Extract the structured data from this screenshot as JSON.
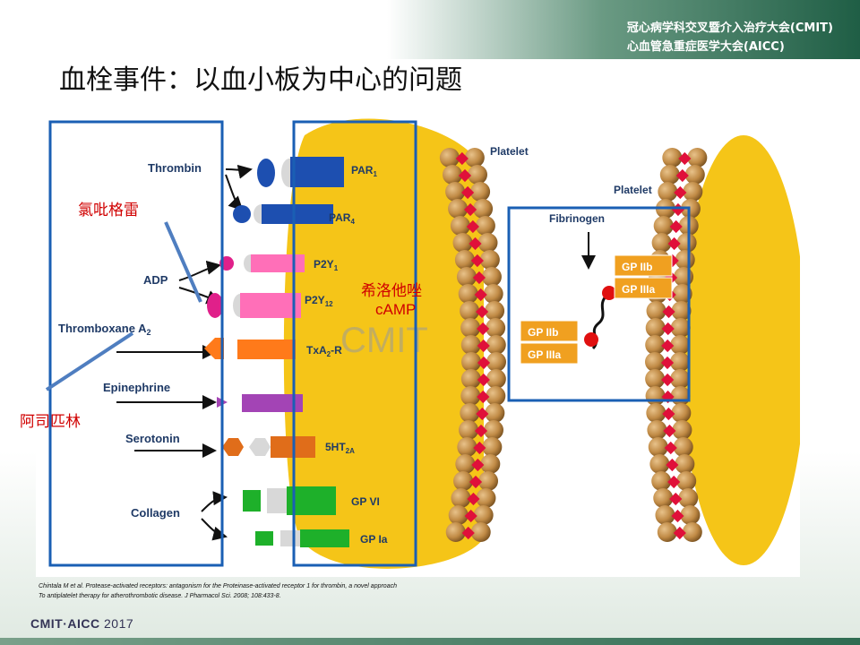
{
  "header": {
    "line1": "冠心病学科交叉暨介入治疗大会(CMIT)",
    "line2": "心血管急重症医学大会(AICC)"
  },
  "title": "血栓事件：以血小板为中心的问题",
  "figure": {
    "agonists": [
      "Thrombin",
      "ADP",
      "Thromboxane A",
      "Epinephrine",
      "Serotonin",
      "Collagen"
    ],
    "thromboxane_sub": "2",
    "receptors": {
      "par1": "PAR",
      "par1_sub": "1",
      "par4": "PAR",
      "par4_sub": "4",
      "p2y1": "P2Y",
      "p2y1_sub": "1",
      "p2y12": "P2Y",
      "p2y12_sub": "12",
      "txa2": "TxA",
      "txa2_sub": "2",
      "txa2_tail": "-R",
      "ht2a": "5HT",
      "ht2a_sub": "2A",
      "gpvi": "GP VI",
      "gpia": "GP Ia"
    },
    "platelet_left": "Platelet",
    "platelet_right": "Platelet",
    "fibrinogen": "Fibrinogen",
    "gp_right": [
      "GP IIb",
      "GP IIIa"
    ],
    "gp_left": [
      "GP IIb",
      "GP IIIa"
    ],
    "watermark": "CMIT"
  },
  "annotations": {
    "clopidogrel": "氯吡格雷",
    "aspirin": "阿司匹林",
    "cilostazol": "希洛他唑",
    "camp": "cAMP"
  },
  "citation": {
    "line1": "Chintala M et al. Protease-activated receptors: antagonism for the Proteinase-activated receptor 1 for thrombin, a novel approach",
    "line2": "To antiplatelet therapy for atherothrombotic disease. J Pharmacol Sci. 2008; 108:433-8."
  },
  "footer": {
    "brand": "CMIT·AICC",
    "year": "2017"
  },
  "colors": {
    "platelet": "#f5c518",
    "annotation_red": "#d00000",
    "box_blue": "#1a5fb4"
  }
}
